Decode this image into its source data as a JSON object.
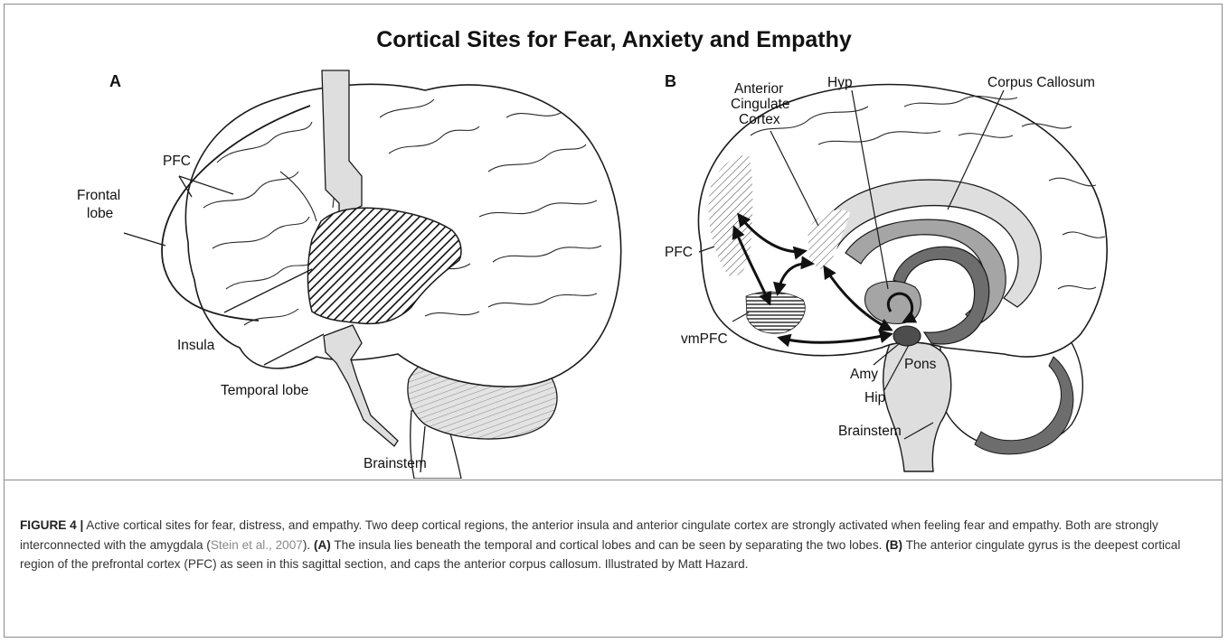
{
  "figure": {
    "title": "Cortical Sites for Fear, Anxiety and Empathy",
    "panel_a": {
      "letter": "A",
      "labels": {
        "pfc": "PFC",
        "frontal_lobe_line1": "Frontal",
        "frontal_lobe_line2": "lobe",
        "insula": "Insula",
        "temporal_lobe": "Temporal lobe",
        "brainstem": "Brainstem"
      }
    },
    "panel_b": {
      "letter": "B",
      "labels": {
        "acc_line1": "Anterior",
        "acc_line2": "Cingulate",
        "acc_line3": "Cortex",
        "hyp": "Hyp",
        "corpus_callosum": "Corpus Callosum",
        "pfc": "PFC",
        "vmpfc": "vmPFC",
        "amy": "Amy",
        "pons": "Pons",
        "hip": "Hip",
        "brainstem": "Brainstem"
      }
    },
    "colors": {
      "outline": "#1a1a1a",
      "light_gray": "#dedede",
      "mid_gray": "#a5a5a5",
      "dark_gray": "#6d6d6d",
      "frame": "#8a8a8a"
    }
  },
  "caption": {
    "figure_number": "FIGURE 4 |",
    "text1": " Active cortical sites for fear, distress, and empathy. Two deep cortical regions, the anterior insula and anterior cingulate cortex are strongly activated when feeling fear and empathy. Both are strongly interconnected with the amygdala (",
    "citation": "Stein et al., 2007",
    "text2": "). ",
    "panel_a_ref": "(A)",
    "text3": " The insula lies beneath the temporal and cortical lobes and can be seen by separating the two lobes. ",
    "panel_b_ref": "(B)",
    "text4": " The anterior cingulate gyrus is the deepest cortical region of the prefrontal cortex (PFC) as seen in this sagittal section, and caps the anterior corpus callosum. Illustrated by Matt Hazard."
  }
}
